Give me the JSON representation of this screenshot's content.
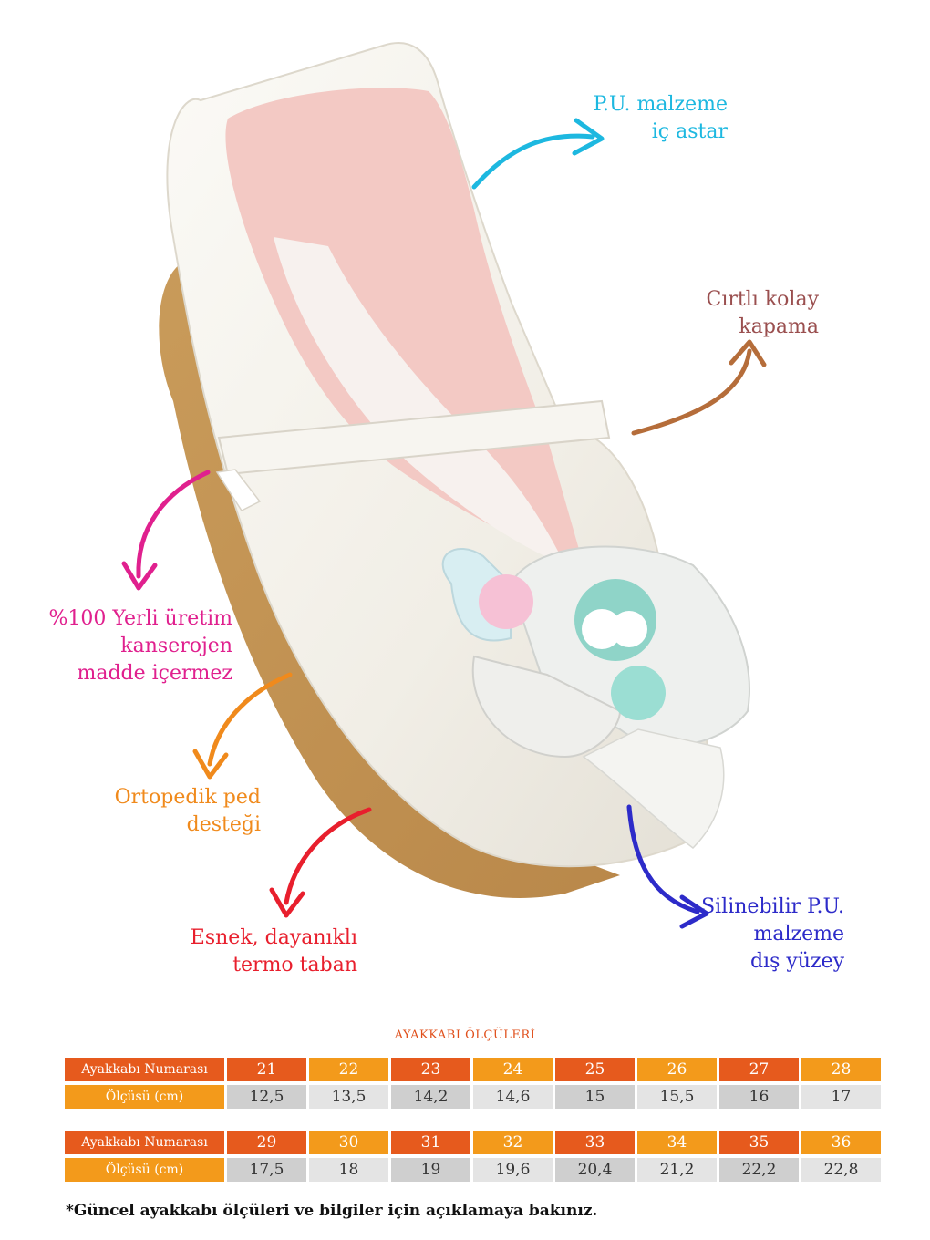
{
  "callouts": {
    "pu_lining": {
      "line1": "P.U. malzeme",
      "line2": "iç astar",
      "color": "#1db8e0"
    },
    "velcro": {
      "line1": "Cırtlı kolay",
      "line2": "kapama",
      "color": "#9a4f4f"
    },
    "domestic": {
      "line1": "%100 Yerli üretim",
      "line2": "kanserojen",
      "line3": "madde içermez",
      "color": "#e0208e"
    },
    "orthopedic": {
      "line1": "Ortopedik ped",
      "line2": "desteği",
      "color": "#f08a1c"
    },
    "sole": {
      "line1": "Esnek, dayanıklı",
      "line2": "termo taban",
      "color": "#e81f2d"
    },
    "wipeable": {
      "line1": "Silinebilir P.U.",
      "line2": "malzeme",
      "line3": "dış yüzey",
      "color": "#2d2bc9"
    }
  },
  "size_chart": {
    "title": "AYAKKABI ÖLÇÜLERİ",
    "size_label": "Ayakkabı Numarası",
    "length_label": "Ölçüsü (cm)",
    "table1": {
      "sizes": [
        "21",
        "22",
        "23",
        "24",
        "25",
        "26",
        "27",
        "28"
      ],
      "lengths": [
        "12,5",
        "13,5",
        "14,2",
        "14,6",
        "15",
        "15,5",
        "16",
        "17"
      ]
    },
    "table2": {
      "sizes": [
        "29",
        "30",
        "31",
        "32",
        "33",
        "34",
        "35",
        "36"
      ],
      "lengths": [
        "17,5",
        "18",
        "19",
        "19,6",
        "20,4",
        "21,2",
        "22,2",
        "22,8"
      ]
    }
  },
  "footnote": "*Güncel ayakkabı ölçüleri ve bilgiler için açıklamaya bakınız."
}
